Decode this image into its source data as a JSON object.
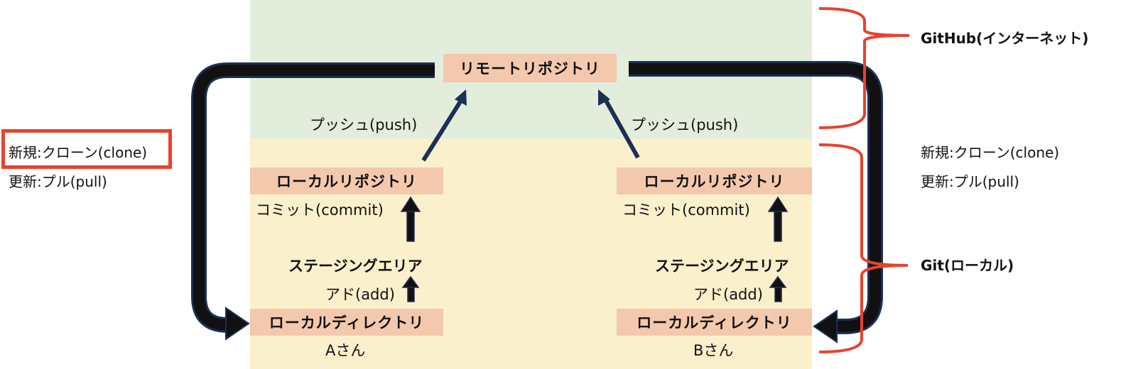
{
  "remote_repo": "リモートリポジトリ",
  "push_label": "プッシュ(push)",
  "local_repo": "ローカルリポジトリ",
  "commit_label": "コミット(commit)",
  "staging_area": "ステージングエリア",
  "add_label": "アド(add)",
  "local_dir": "ローカルディレクトリ",
  "person_a": "Aさん",
  "person_b": "Bさん",
  "clone_label": "新規:クローン(clone)",
  "pull_label": "更新:プル(pull)",
  "github_label": "GitHub(インターネット)",
  "git_label": "Git(ローカル)",
  "colors": {
    "remote_zone": "#e2eedb",
    "local_zone": "#fbf0cc",
    "box": "#f4c8ad",
    "brace": "#e8422f",
    "highlight": "#e8422f",
    "arrow": "#111111"
  }
}
